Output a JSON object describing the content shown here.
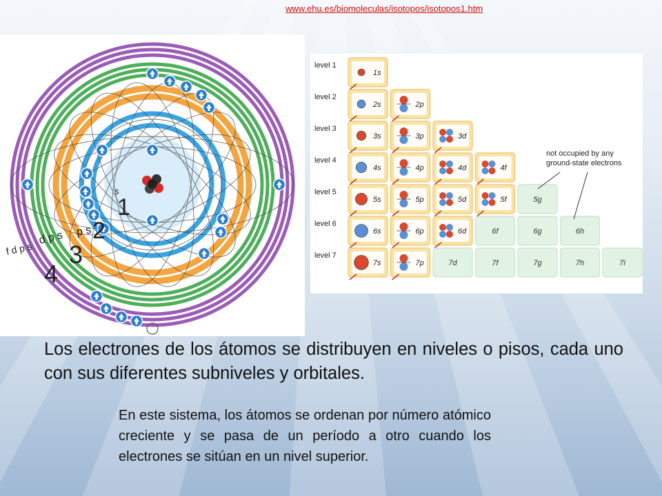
{
  "header": {
    "source_link": "www.ehu.es/biomoleculas/isotopos/isotopos1.htm"
  },
  "atom_diagram": {
    "shell_numbers": [
      "1",
      "2",
      "3",
      "4"
    ],
    "subshell_labels": {
      "level1": "s",
      "level2": "p  s",
      "level3": "d p s",
      "level4": "f d p s"
    },
    "colors": {
      "purple": "#9b5cb8",
      "green": "#4daf5a",
      "orange": "#f2a540",
      "blue": "#3ba3e0",
      "arrow": "#2c7fcf"
    }
  },
  "orbital_diagram": {
    "levels": [
      "level 1",
      "level 2",
      "level 3",
      "level 4",
      "level 5",
      "level 6",
      "level 7"
    ],
    "rows": [
      [
        "1s"
      ],
      [
        "2s",
        "2p"
      ],
      [
        "3s",
        "3p",
        "3d"
      ],
      [
        "4s",
        "4p",
        "4d",
        "4f"
      ],
      [
        "5s",
        "5p",
        "5d",
        "5f",
        "5g"
      ],
      [
        "6s",
        "6p",
        "6d",
        "6f",
        "6g",
        "6h"
      ],
      [
        "7s",
        "7p",
        "7d",
        "7f",
        "7g",
        "7h",
        "7i"
      ]
    ],
    "occupied_counts": [
      1,
      2,
      3,
      4,
      4,
      3,
      2
    ],
    "annotation": [
      "not occupied by any",
      "ground-state electrons"
    ],
    "colors": {
      "occupied_fill": "#fbe3a8",
      "occupied_border": "#e9c46a",
      "empty_fill": "#e2f2e4",
      "empty_border": "#c7e4cb",
      "arrow": "#c0392b"
    }
  },
  "body": {
    "main_text": "Los electrones de los átomos se distribuyen en niveles o pisos, cada uno con sus diferentes subniveles y orbitales.",
    "sub_text": "En este sistema, los átomos se ordenan por número atómico creciente y se pasa de un período a otro cuando los electrones se sitúan en un nivel superior."
  }
}
